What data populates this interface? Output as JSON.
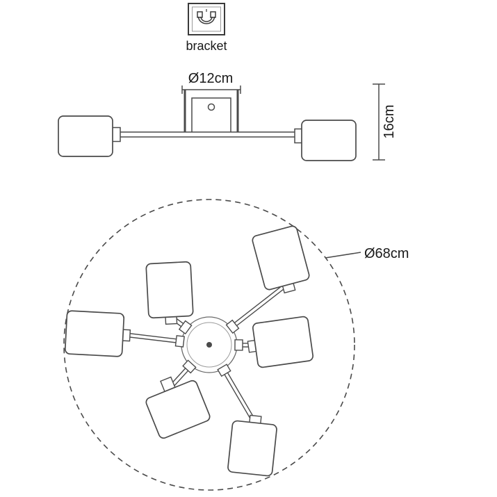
{
  "page": {
    "background": "#ffffff",
    "line_color": "#4a4a4a",
    "text_color": "#1a1a1a"
  },
  "bracket": {
    "label": "bracket",
    "icon": "mounting-bracket-icon"
  },
  "side_view": {
    "canopy_diameter_label": "Ø12cm",
    "height_label": "16cm",
    "visible_shade_count": 2
  },
  "top_view": {
    "diameter_label": "Ø68cm",
    "shade_count": 6
  }
}
